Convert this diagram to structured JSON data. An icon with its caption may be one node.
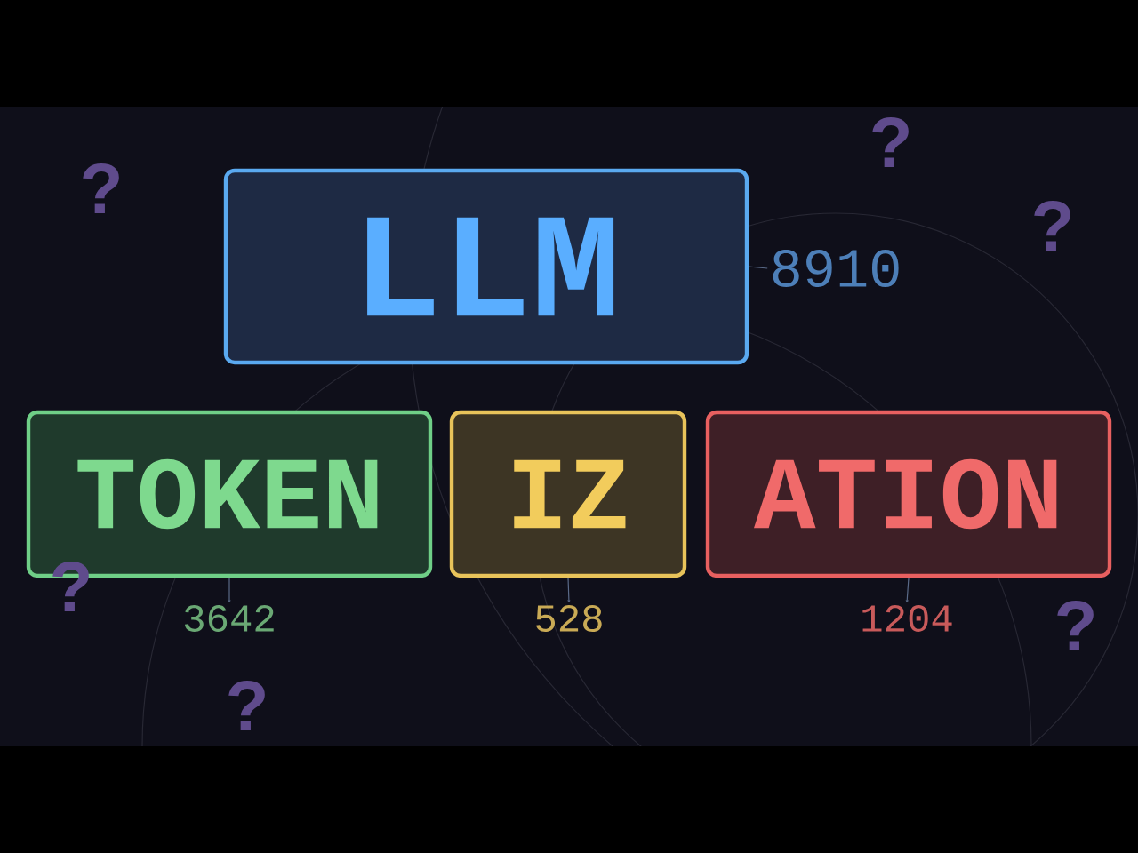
{
  "diagram": {
    "nodes": [
      {
        "text": [
          "LLM"
        ]
      },
      {
        "text": [
          "TOKEN"
        ]
      },
      {
        "text": [
          "IZ"
        ]
      },
      {
        "text": [
          "ATION"
        ]
      },
      {
        "text": [
          "8910"
        ]
      },
      {
        "text": [
          "3642"
        ]
      },
      {
        "text": [
          "528"
        ]
      },
      {
        "text": [
          "1204"
        ]
      }
    ],
    "edges": [
      {
        "from": 0,
        "to": 4,
        "arrow": "none"
      },
      {
        "from": 1,
        "to": 5,
        "arrow": "to"
      },
      {
        "from": 2,
        "to": 6,
        "arrow": "to"
      },
      {
        "from": 3,
        "to": 7,
        "arrow": "to"
      }
    ],
    "labels": [
      "?",
      "?",
      "?",
      "?",
      "?",
      "?"
    ]
  }
}
